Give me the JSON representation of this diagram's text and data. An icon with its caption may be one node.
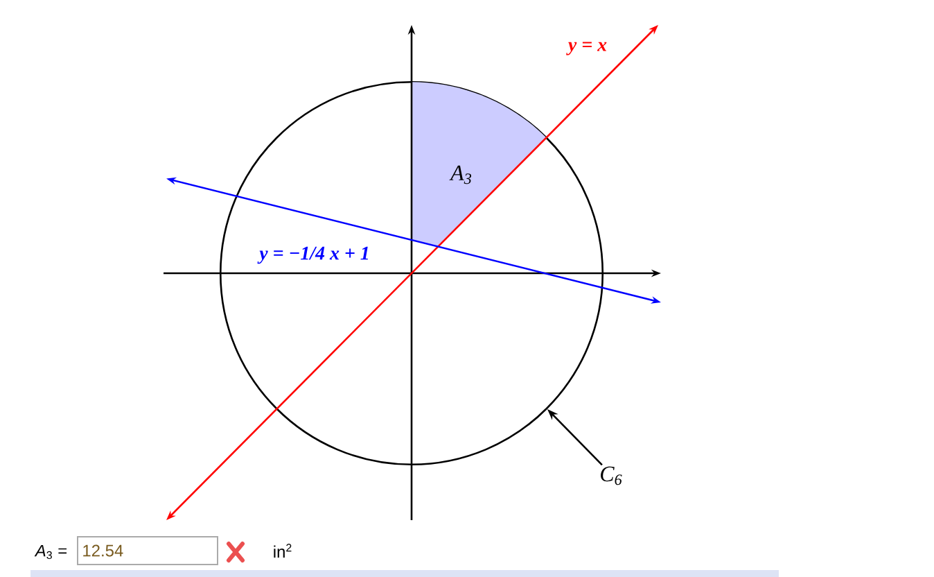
{
  "diagram": {
    "nodes": [
      {
        "text": [],
        "shape": "circle"
      },
      {
        "text": [
          "A$_{3}$"
        ],
        "in": 0
      },
      {
        "text": [
          "C$_{6}$"
        ]
      }
    ],
    "edges": [
      {
        "from": 2,
        "to": 0,
        "arrow": "to"
      }
    ],
    "labels": [
      "y = x",
      "y = −1/4 x + 1",
      "*A*$_{3}$ =",
      "12.54",
      "in$^{2}$"
    ]
  }
}
